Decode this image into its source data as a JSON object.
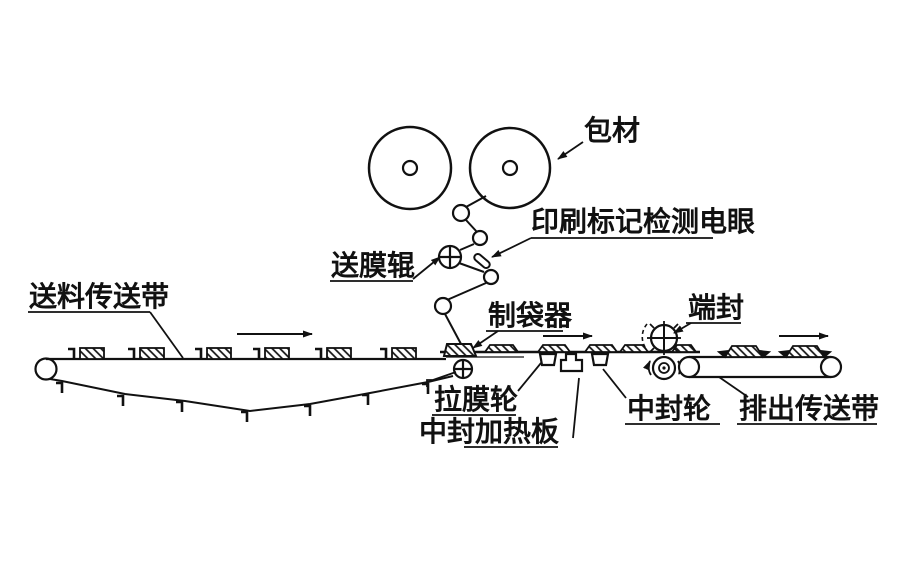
{
  "diagram": {
    "labels": {
      "packaging_material": "包材",
      "print_mark_sensor": "印刷标记检测电眼",
      "film_feed_roller": "送膜辊",
      "feed_conveyor": "送料传送带",
      "bag_former": "制袋器",
      "end_seal": "端封",
      "film_pull_wheel": "拉膜轮",
      "center_seal_heater_plate": "中封加热板",
      "center_seal_wheel": "中封轮",
      "discharge_conveyor": "排出传送带"
    },
    "colors": {
      "ink": "#111111",
      "background": "#ffffff"
    }
  }
}
